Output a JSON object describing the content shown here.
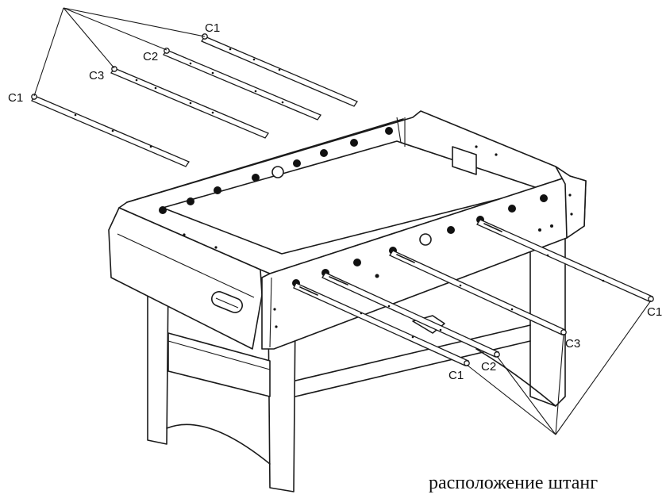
{
  "labels": {
    "top_c1_a": "C1",
    "top_c2": "C2",
    "top_c3": "C3",
    "top_c1_b": "C1",
    "front_c1_a": "C1",
    "front_c2": "C2",
    "front_c3": "C3",
    "front_c1_b": "C1"
  },
  "caption": "расположение штанг"
}
